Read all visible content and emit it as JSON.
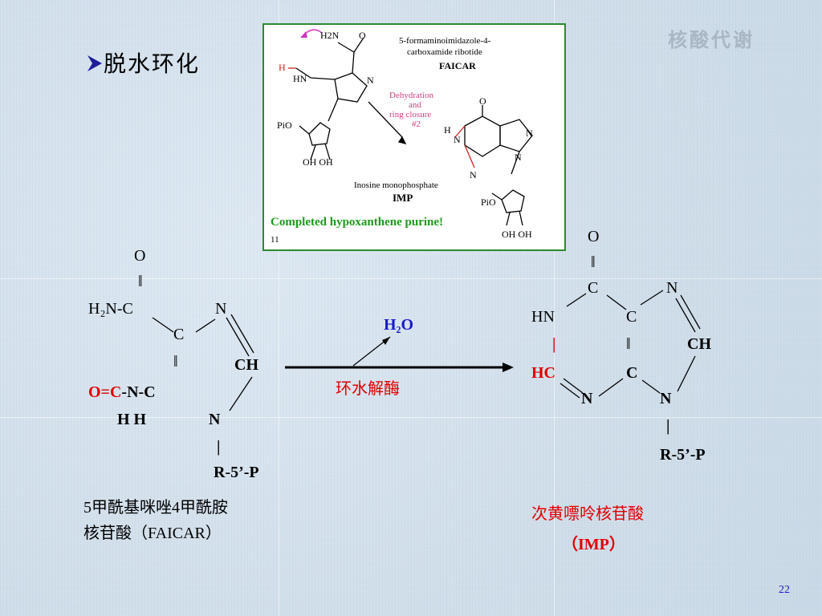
{
  "watermark": "核酸代谢",
  "heading": {
    "text": "脱水环化"
  },
  "inset": {
    "faicar_name_line1": "5-formaminoimidazole-4-",
    "faicar_name_line2": "carboxamide ribotide",
    "faicar_abbrev": "FAICAR",
    "dehydration_line1": "Dehydration",
    "dehydration_line2": "and",
    "dehydration_line3": "ring closure",
    "dehydration_line4": "#2",
    "imp_name": "Inosine monophosphate",
    "imp_abbrev": "IMP",
    "completed": "Completed hypoxanthene purine!",
    "slide_no": "11",
    "h2n": "H2N",
    "o": "O",
    "h": "H",
    "hn": "HN",
    "n": "N",
    "pio": "PiO",
    "ohoh": "OH OH"
  },
  "faicar": {
    "o": "O",
    "dbl": "‖",
    "h2nc": "H₂N-C",
    "n1": "N",
    "c": "C",
    "ch": "CH",
    "oc": "O=C",
    "nc": "-N-C",
    "hh": "H H",
    "n2": "N",
    "bar": "|",
    "r": "R-5’-P",
    "name_line1": "5甲酰基咪唑4甲酰胺",
    "name_line2": "核苷酸（FAICAR）"
  },
  "reaction": {
    "water": "H₂O",
    "enzyme": "环水解酶"
  },
  "imp": {
    "o": "O",
    "dbl": "‖",
    "c_top": "C",
    "n_top": "N",
    "hn": "HN",
    "c_mid": "C",
    "bar_red": "|",
    "dbl2": "‖",
    "ch": "CH",
    "hc": "HC",
    "c_low": "C",
    "n_bot1": "N",
    "n_bot2": "N",
    "bar": "|",
    "r": "R-5’-P",
    "name": "次黄嘌呤核苷酸",
    "abbrev": "（IMP）"
  },
  "page_number": "22"
}
